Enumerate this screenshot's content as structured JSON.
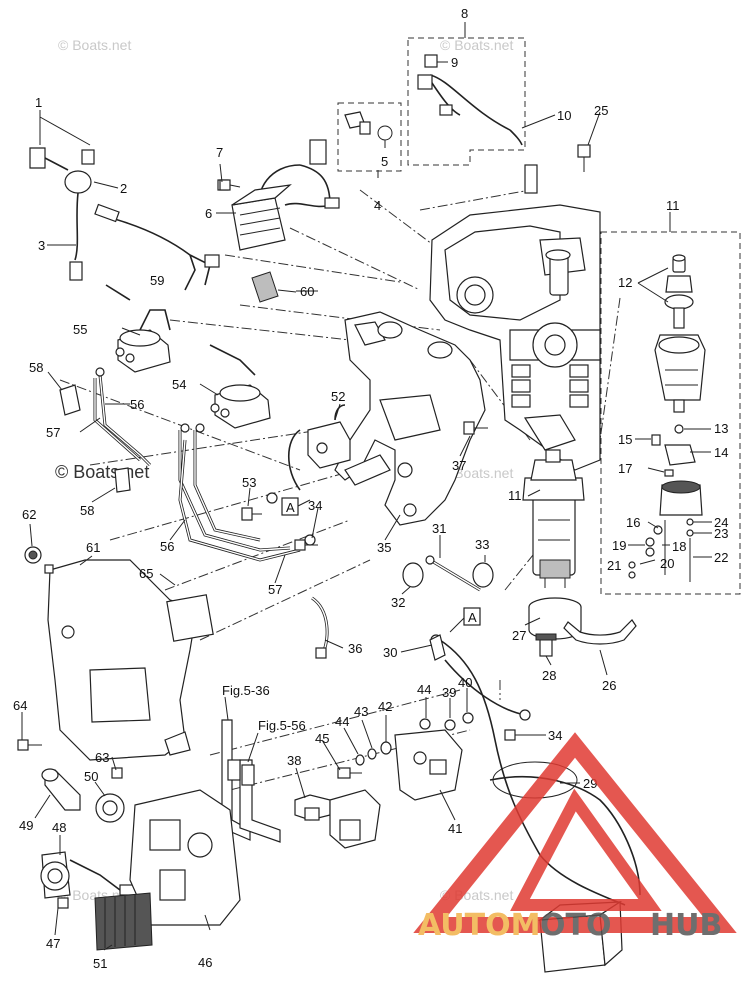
{
  "watermarks": [
    "© Boats.net",
    "© Boats.net",
    "© Boats.net",
    "© Boats.net",
    "© Boats.net",
    "© Boats.net"
  ],
  "reference_labels": [
    "Fig.5-36",
    "Fig.5-56"
  ],
  "box_labels": [
    "A",
    "A"
  ],
  "part_numbers": [
    "1",
    "2",
    "3",
    "4",
    "5",
    "6",
    "7",
    "8",
    "9",
    "10",
    "11",
    "11",
    "12",
    "13",
    "14",
    "15",
    "16",
    "17",
    "18",
    "19",
    "20",
    "21",
    "22",
    "23",
    "24",
    "25",
    "26",
    "27",
    "28",
    "29",
    "30",
    "31",
    "32",
    "33",
    "34",
    "34",
    "35",
    "36",
    "37",
    "38",
    "39",
    "40",
    "41",
    "42",
    "43",
    "44",
    "44",
    "45",
    "46",
    "47",
    "48",
    "49",
    "50",
    "51",
    "52",
    "53",
    "54",
    "55",
    "56",
    "56",
    "57",
    "57",
    "58",
    "58",
    "59",
    "60",
    "61",
    "62",
    "63",
    "64",
    "65"
  ],
  "logo": {
    "word_left": "AUTOM",
    "word_mid": "OTO",
    "word_right": "HUB",
    "colors": {
      "red": "#e03a32",
      "orange": "#f2b24a",
      "dark": "#555555"
    }
  }
}
